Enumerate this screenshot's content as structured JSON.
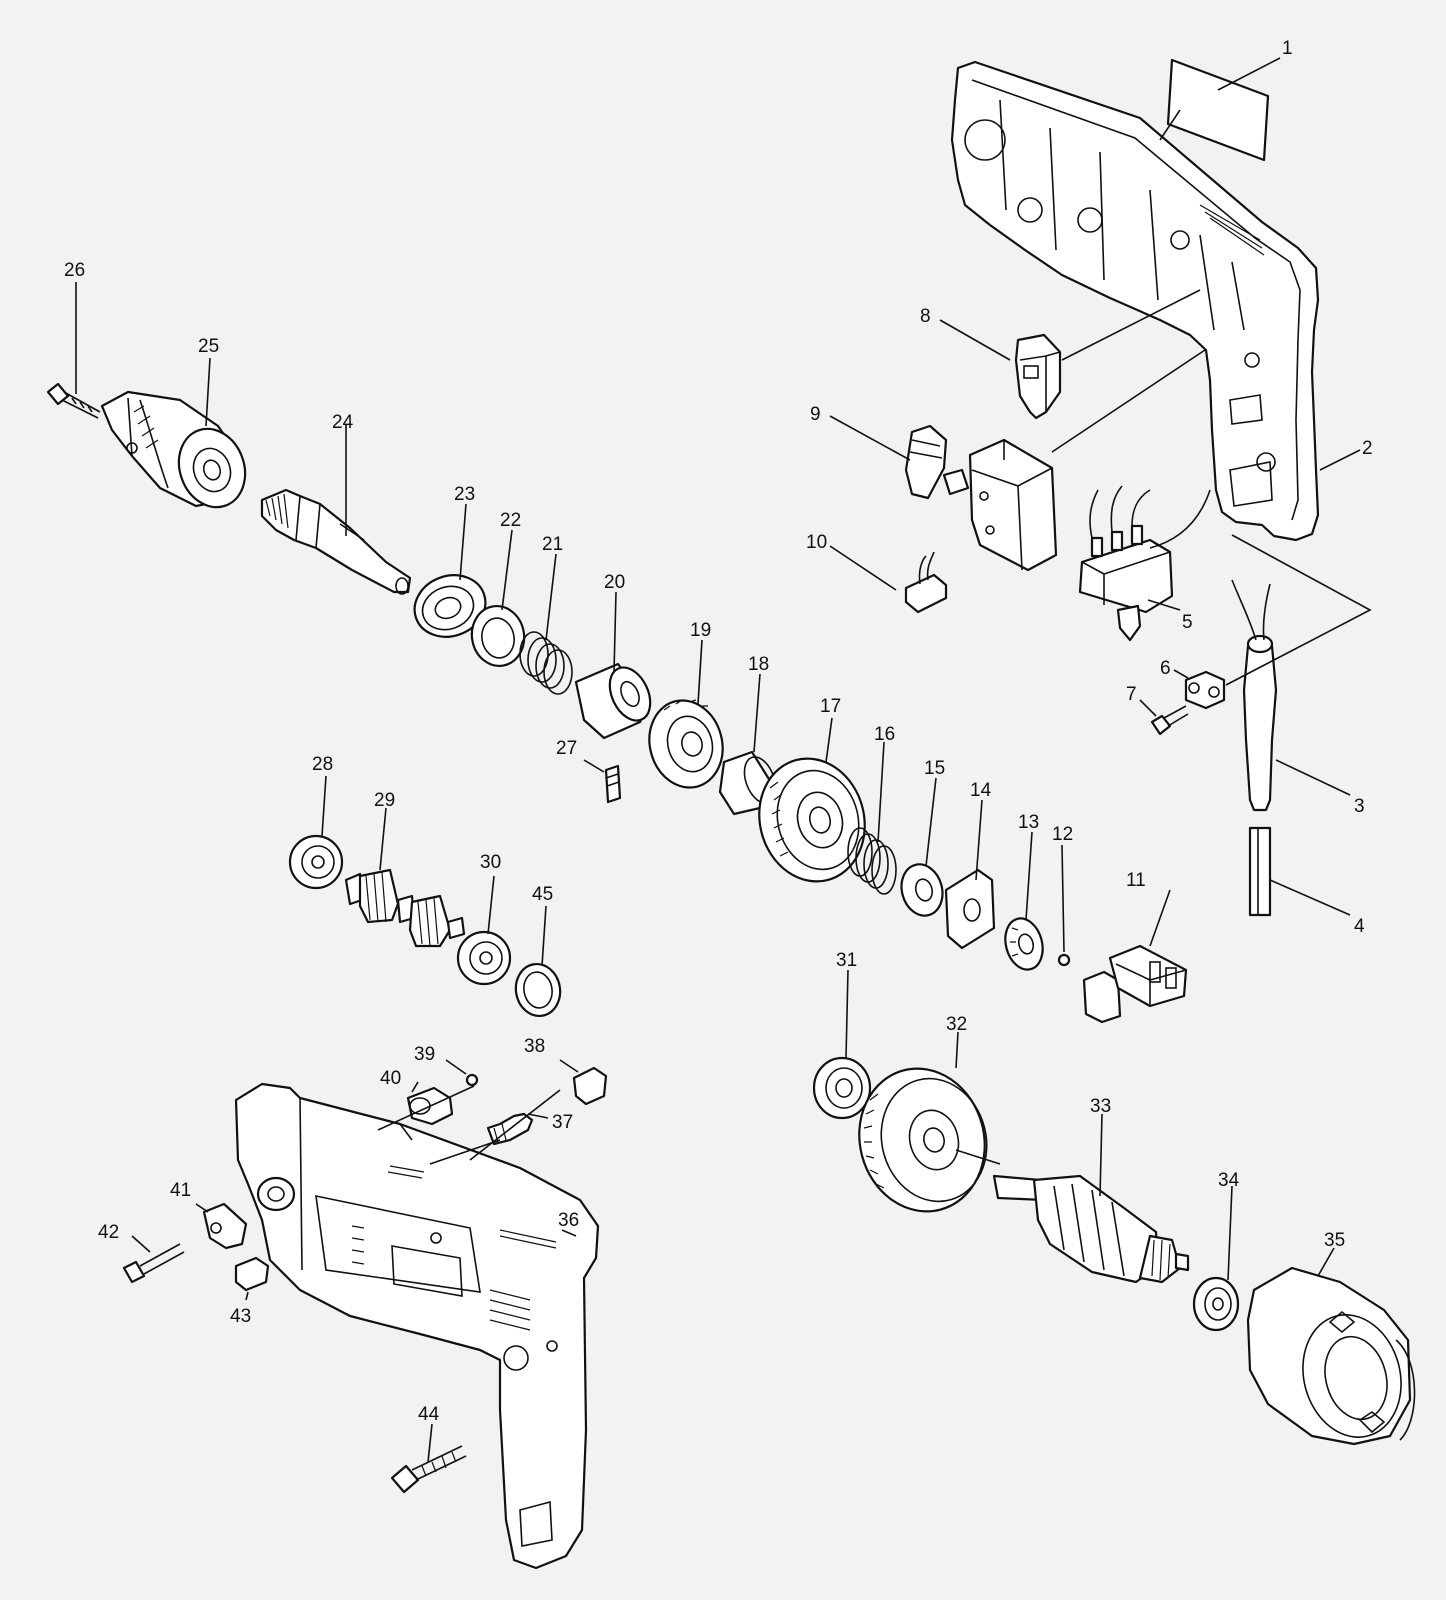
{
  "diagram": {
    "background": "#f2f2f2",
    "line_color": "#111111",
    "part_labels": [
      "1",
      "2",
      "3",
      "4",
      "5",
      "6",
      "7",
      "8",
      "9",
      "10",
      "11",
      "12",
      "13",
      "14",
      "15",
      "16",
      "17",
      "18",
      "19",
      "20",
      "21",
      "22",
      "23",
      "24",
      "25",
      "26",
      "27",
      "28",
      "29",
      "30",
      "31",
      "32",
      "33",
      "34",
      "35",
      "36",
      "37",
      "38",
      "39",
      "40",
      "41",
      "42",
      "43",
      "44",
      "45"
    ]
  }
}
